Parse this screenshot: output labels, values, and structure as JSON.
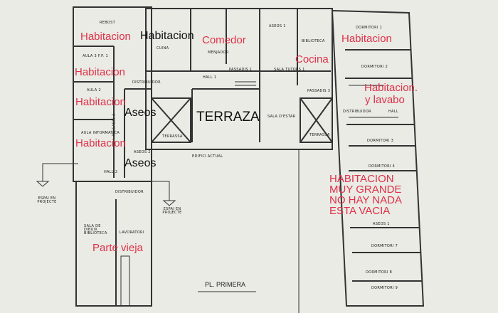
{
  "annotations": {
    "hab1": "Habitacion",
    "hab_black": "Habitacion",
    "comedor": "Comedor",
    "hab2": "Habitacion",
    "hab3": "Habitacion",
    "aseos_a": "Aseos",
    "terraza": "TERRAZA",
    "hab4": "Habitacion",
    "aseos_b": "Aseos",
    "cocina": "Cocina",
    "hab_right": "Habitacion",
    "hab_lavabo_1": "Habitacion.",
    "hab_lavabo_2": "y lavabo",
    "big_1": "HABITACION",
    "big_2": "MUY GRANDE",
    "big_3": "NO HAY NADA",
    "big_4": "ESTA VACIA",
    "parte_vieja": "Parte vieja"
  },
  "plan_labels": {
    "rebost": "REBOST",
    "cuina": "CUINA",
    "menjador": "MENJADOR",
    "aseos1": "ASEOS 1",
    "biblioteca": "BIBLIOTECA",
    "sala_tutors": "SALA TUTORS 1",
    "passadis1": "PASSADIS 1",
    "hall1": "HALL 1",
    "distribuidor": "DISTRIBUIDOR",
    "aula3": "AULA 3 F.P. 1",
    "aula2": "AULA 2",
    "aula_info": "AULA INFORMATICA",
    "passadis2": "PASSADIS 2",
    "terrassa1": "TERRASSA",
    "sala_estar": "SALA D'ESTAR",
    "passadis3": "PASSADIS 3",
    "terrassa2": "TERRASSA",
    "dormitori1": "DORMITORI 1",
    "dormitori2": "DORMITORI 2",
    "distribuidor2": "DISTRIBUIDOR",
    "hall": "HALL",
    "dormitori3": "DORMITORI 3",
    "dormitori4": "DORMITORI 4",
    "aseos1b": "ASEOS 1",
    "dormitori7": "DORMITORI 7",
    "dormitori8": "DORMITORI 8",
    "dormitori9": "DORMITORI 9",
    "edifici_actual": "EDIFICI ACTUAL",
    "espai1": "ESPAI EN PROJECTE",
    "espai2": "ESPAI EN PROJECTE",
    "aseos2": "ASEOS 2",
    "hall2": "HALL 2",
    "distribuidor3": "DISTRIBUIDOR",
    "lavoratori": "LAVORATORI",
    "sala_dibuix": "SALA DE DIBUIX BIBLIOTECA",
    "pl_primera": "PL. PRIMERA"
  }
}
